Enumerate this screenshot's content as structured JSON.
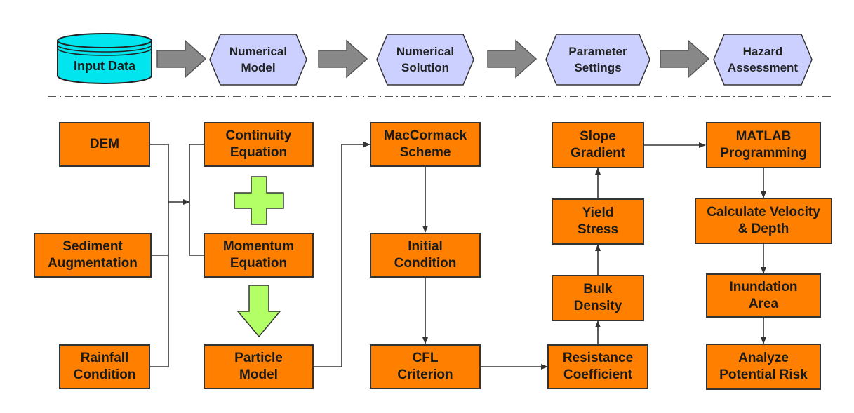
{
  "top_row": {
    "input": "Input Data",
    "stages": [
      "Numerical Model",
      "Numerical Solution",
      "Parameter Settings",
      "Hazard Assessment"
    ]
  },
  "nodes": {
    "dem": "DEM",
    "sediment": "Sediment Augmentation",
    "rainfall": "Rainfall Condition",
    "continuity": "Continuity Equation",
    "momentum": "Momentum Equation",
    "particle": "Particle Model",
    "maccormack": "MacCormack Scheme",
    "initial": "Initial Condition",
    "cfl": "CFL Criterion",
    "resistance": "Resistance Coefficient",
    "bulk": "Bulk Density",
    "yield": "Yield Stress",
    "slope": "Slope Gradient",
    "matlab": "MATLAB Programming",
    "calculate": "Calculate Velocity & Depth",
    "inundation": "Inundation Area",
    "analyze": "Analyze Potential Risk"
  },
  "colors": {
    "box_fill": "#ff8000",
    "hex_fill": "#ccd0ff",
    "db_fill": "#00e5ee",
    "symbol_fill": "#b3ff66",
    "big_arrow": "#888888"
  }
}
